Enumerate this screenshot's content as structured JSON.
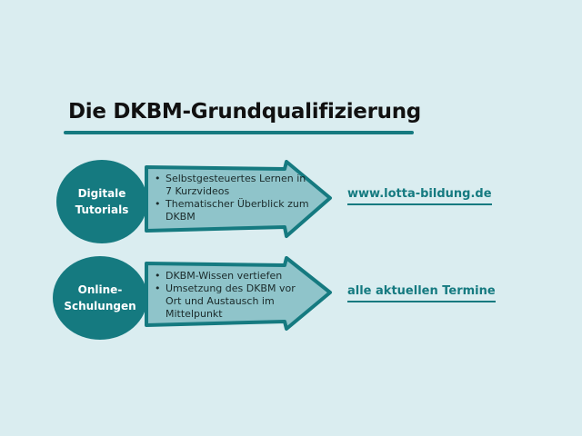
{
  "title": "Die DKBM-Grundqualifizierung",
  "rows": [
    {
      "circle_label": "Digitale Tutorials",
      "bullets": [
        "Selbstgesteuertes Lernen in 7 Kurzvideos",
        "Thematischer Überblick zum DKBM"
      ],
      "link": "www.lotta-bildung.de"
    },
    {
      "circle_label": "Online-Schulungen",
      "bullets": [
        "DKBM-Wissen vertiefen",
        "Umsetzung des DKBM vor Ort und Austausch im Mittelpunkt"
      ],
      "link": "alle aktuellen Termine"
    }
  ],
  "colors": {
    "background": "#daedf0",
    "accent": "#157a80",
    "arrow_fill": "#8fc4ca"
  }
}
